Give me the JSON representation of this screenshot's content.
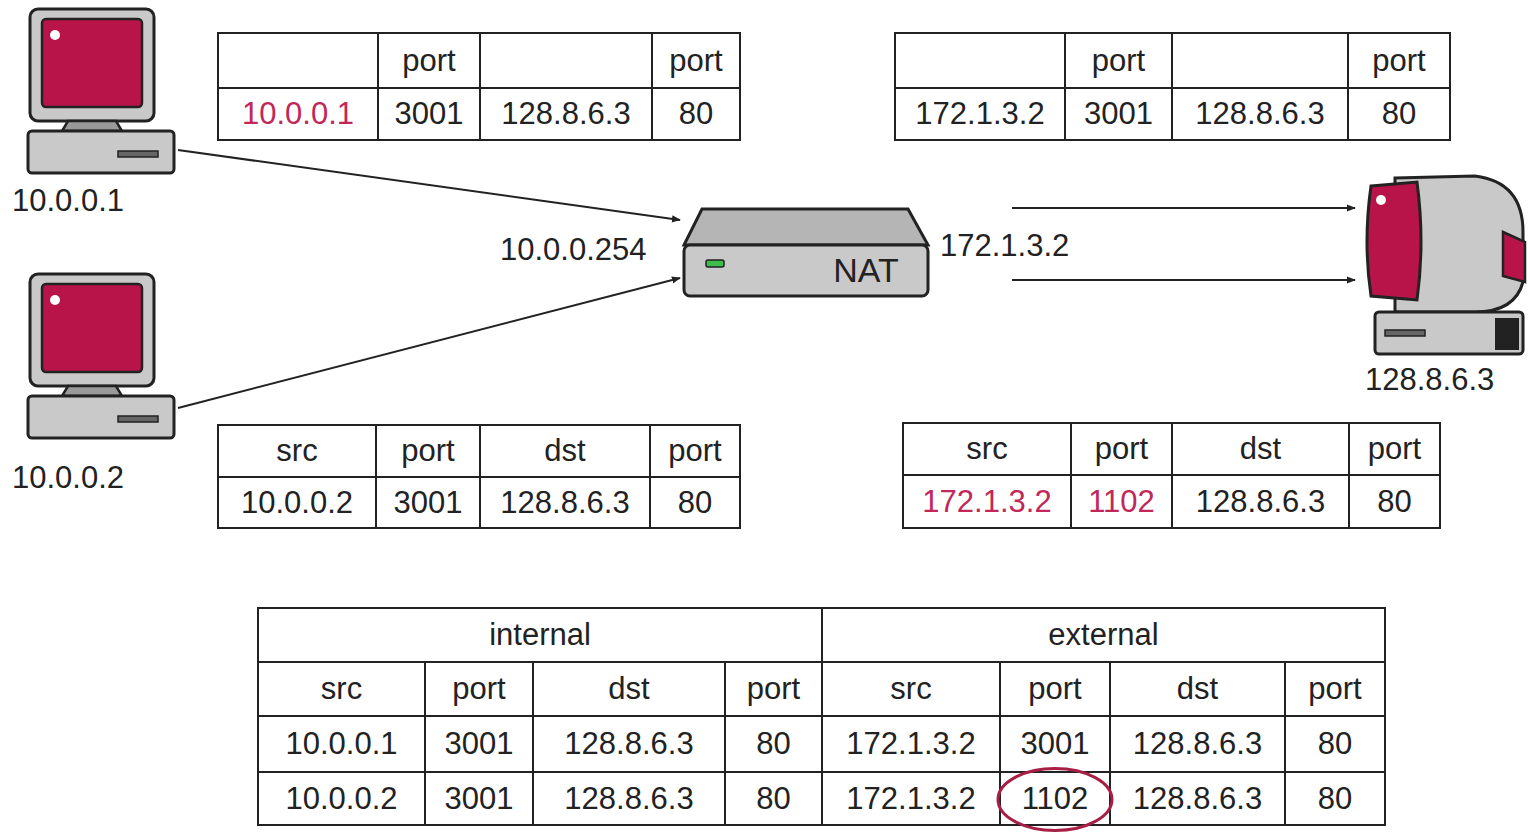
{
  "diagram": {
    "nodes": [
      {
        "text": [
          "10.0.0.1"
        ]
      },
      {
        "text": [
          "10.0.0.2"
        ]
      },
      {
        "text": [
          "NAT"
        ]
      },
      {
        "text": [
          "128.8.6.3"
        ]
      }
    ],
    "edges": [
      {
        "from": 0,
        "to": 2,
        "arrow": "to"
      },
      {
        "from": 1,
        "to": 2,
        "arrow": "to"
      },
      {
        "from": 2,
        "to": 3,
        "arrow": "to"
      },
      {
        "from": 2,
        "to": 3,
        "arrow": "to"
      }
    ],
    "labels": [
      "port",
      "port",
      "10.0.0.1",
      "3001",
      "128.8.6.3",
      "80",
      "port",
      "port",
      "172.1.3.2",
      "3001",
      "128.8.6.3",
      "80",
      "10.0.0.254",
      "172.1.3.2",
      "src",
      "port",
      "dst",
      "port",
      "10.0.0.2",
      "3001",
      "128.8.6.3",
      "80",
      "src",
      "port",
      "dst",
      "port",
      "172.1.3.2",
      "1102",
      "128.8.6.3",
      "80",
      "internal",
      "external",
      "src",
      "port",
      "dst",
      "port",
      "src",
      "port",
      "dst",
      "port",
      "10.0.0.1",
      "3001",
      "128.8.6.3",
      "80",
      "172.1.3.2",
      "3001",
      "128.8.6.3",
      "80",
      "10.0.0.2",
      "3001",
      "128.8.6.3",
      "80",
      "172.1.3.2",
      "1102",
      "128.8.6.3",
      "80"
    ]
  }
}
